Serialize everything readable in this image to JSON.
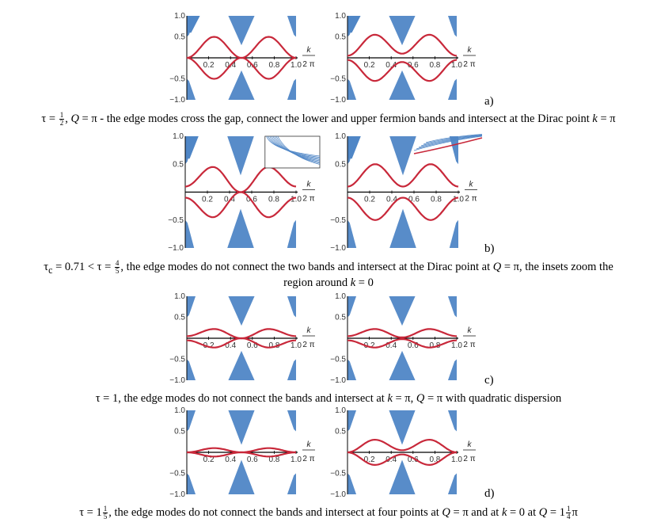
{
  "colors": {
    "band": "#4f86c6",
    "edge_mode": "#c8283a",
    "axis": "#000000"
  },
  "axis_labels": {
    "k": "k",
    "two_pi": "2 π"
  },
  "rows": [
    {
      "id": "a",
      "label": "a)",
      "caption": {
        "tau_symbol": "τ = ",
        "tau_num": "1",
        "tau_den": "2",
        "rest_prefix": ", ",
        "Q": "Q",
        "rest_mid": " = π - the edge modes cross the gap, connect the lower and upper fermion bands and intersect at the Dirac point ",
        "k": "k",
        "rest_end": " = π"
      }
    },
    {
      "id": "b",
      "label": "b)",
      "caption": {
        "line1_a": "τ",
        "line1_sub": "c",
        "line1_b": " = 0.71 < τ = ",
        "tau_num": "4",
        "tau_den": "5",
        "line1_c": ", the edge modes do not connect the two bands and intersect at the Dirac point at ",
        "Q": "Q",
        "line1_d": " = π, the insets zoom the",
        "line2_a": "region around ",
        "k": "k",
        "line2_b": " = 0"
      }
    },
    {
      "id": "c",
      "label": "c)",
      "caption": {
        "a": "τ = 1, the edge modes do not connect the bands and intersect at ",
        "k": "k",
        "b": " = π, ",
        "Q": "Q",
        "c": " = π with quadratic dispersion"
      }
    },
    {
      "id": "d",
      "label": "d)",
      "caption": {
        "a": "τ = 1",
        "tau_num": "1",
        "tau_den": "5",
        "b": ", the edge modes do not connect the bands and intersect at four points at ",
        "Q": "Q",
        "c": " = π and at ",
        "k": "k",
        "d": " = 0 at ",
        "Q2": "Q",
        "e": " = 1",
        "q_num": "1",
        "q_den": "4",
        "f": "π"
      }
    }
  ],
  "chart_data": [
    {
      "panel": "a-left",
      "type": "line",
      "x_ticks": [
        "0.2",
        "0.4",
        "0.6",
        "0.8",
        "1.0"
      ],
      "y_ticks": [
        "1.0",
        "0.5",
        "-0.5",
        "-1.0"
      ],
      "xlim": [
        0,
        1
      ],
      "ylim": [
        -1,
        1
      ],
      "series": [
        {
          "x": [
            0,
            0.25,
            0.5,
            0.75,
            1
          ],
          "y": [
            0,
            0.5,
            0,
            0.5,
            0
          ]
        },
        {
          "x": [
            0,
            0.25,
            0.5,
            0.75,
            1
          ],
          "y": [
            0,
            -0.5,
            0,
            -0.5,
            0
          ]
        }
      ]
    },
    {
      "panel": "a-right",
      "type": "line",
      "x_ticks": [
        "0.2",
        "0.4",
        "0.6",
        "0.8",
        "1.0"
      ],
      "y_ticks": [
        "1.0",
        "0.5",
        "-0.5",
        "-1.0"
      ],
      "xlim": [
        0,
        1
      ],
      "ylim": [
        -1,
        1
      ],
      "series": [
        {
          "x": [
            0,
            0.25,
            0.5,
            0.75,
            1
          ],
          "y": [
            0.05,
            0.55,
            0.1,
            0.55,
            0.05
          ]
        },
        {
          "x": [
            0,
            0.25,
            0.5,
            0.75,
            1
          ],
          "y": [
            -0.05,
            -0.55,
            -0.1,
            -0.55,
            -0.05
          ]
        }
      ]
    },
    {
      "panel": "b-left",
      "type": "line",
      "x_ticks": [
        "0.2",
        "0.4",
        "0.6",
        "0.8",
        "1.0"
      ],
      "y_ticks": [
        "1.0",
        "0.5",
        "-0.5",
        "-1.0"
      ],
      "xlim": [
        0,
        1
      ],
      "ylim": [
        -1,
        1
      ],
      "series": [
        {
          "x": [
            0,
            0.25,
            0.5,
            0.75,
            1
          ],
          "y": [
            0.1,
            0.45,
            0,
            0.45,
            0.1
          ]
        },
        {
          "x": [
            0,
            0.25,
            0.5,
            0.75,
            1
          ],
          "y": [
            -0.1,
            -0.45,
            0,
            -0.45,
            -0.1
          ]
        }
      ]
    },
    {
      "panel": "b-right",
      "type": "line",
      "x_ticks": [
        "0.2",
        "0.4",
        "0.6",
        "0.8",
        "1.0"
      ],
      "y_ticks": [
        "1.0",
        "0.5",
        "-0.5",
        "-1.0"
      ],
      "xlim": [
        0,
        1
      ],
      "ylim": [
        -1,
        1
      ],
      "series": [
        {
          "x": [
            0,
            0.25,
            0.5,
            0.75,
            1
          ],
          "y": [
            0.1,
            0.5,
            0.1,
            0.5,
            0.1
          ]
        },
        {
          "x": [
            0,
            0.25,
            0.5,
            0.75,
            1
          ],
          "y": [
            -0.1,
            -0.5,
            -0.1,
            -0.5,
            -0.1
          ]
        }
      ]
    },
    {
      "panel": "c-left",
      "type": "line",
      "x_ticks": [
        "0.2",
        "0.4",
        "0.6",
        "0.8",
        "1.0"
      ],
      "y_ticks": [
        "1.0",
        "0.5",
        "-0.5",
        "-1.0"
      ],
      "xlim": [
        0,
        1
      ],
      "ylim": [
        -1,
        1
      ],
      "series": [
        {
          "x": [
            0,
            0.25,
            0.5,
            0.75,
            1
          ],
          "y": [
            0.05,
            0.22,
            0,
            0.22,
            0.05
          ]
        },
        {
          "x": [
            0,
            0.25,
            0.5,
            0.75,
            1
          ],
          "y": [
            -0.05,
            -0.22,
            0,
            -0.22,
            -0.05
          ]
        }
      ]
    },
    {
      "panel": "c-right",
      "type": "line",
      "x_ticks": [
        "0.2",
        "0.4",
        "0.6",
        "0.8",
        "1.0"
      ],
      "y_ticks": [
        "1.0",
        "0.5",
        "-0.5",
        "-1.0"
      ],
      "xlim": [
        0,
        1
      ],
      "ylim": [
        -1,
        1
      ],
      "series": [
        {
          "x": [
            0,
            0.25,
            0.5,
            0.75,
            1
          ],
          "y": [
            0.05,
            0.22,
            0.02,
            0.22,
            0.05
          ]
        },
        {
          "x": [
            0,
            0.25,
            0.5,
            0.75,
            1
          ],
          "y": [
            -0.05,
            -0.22,
            -0.02,
            -0.22,
            -0.05
          ]
        }
      ]
    },
    {
      "panel": "d-left",
      "type": "line",
      "x_ticks": [
        "0.2",
        "0.4",
        "0.6",
        "0.8",
        "1.0"
      ],
      "y_ticks": [
        "1.0",
        "0.5",
        "-0.5",
        "-1.0"
      ],
      "xlim": [
        0,
        1
      ],
      "ylim": [
        -1,
        1
      ],
      "series": [
        {
          "x": [
            0,
            0.25,
            0.5,
            0.75,
            1
          ],
          "y": [
            0,
            0.1,
            0,
            0.1,
            0
          ]
        },
        {
          "x": [
            0,
            0.25,
            0.5,
            0.75,
            1
          ],
          "y": [
            0,
            -0.1,
            0,
            -0.1,
            0
          ]
        }
      ]
    },
    {
      "panel": "d-right",
      "type": "line",
      "x_ticks": [
        "0.2",
        "0.4",
        "0.6",
        "0.8",
        "1.0"
      ],
      "y_ticks": [
        "1.0",
        "0.5",
        "-0.5",
        "-1.0"
      ],
      "xlim": [
        0,
        1
      ],
      "ylim": [
        -1,
        1
      ],
      "series": [
        {
          "x": [
            0,
            0.25,
            0.5,
            0.75,
            1
          ],
          "y": [
            0,
            0.3,
            0.05,
            0.3,
            0
          ]
        },
        {
          "x": [
            0,
            0.25,
            0.5,
            0.75,
            1
          ],
          "y": [
            0,
            -0.3,
            -0.05,
            -0.3,
            0
          ]
        }
      ]
    }
  ]
}
